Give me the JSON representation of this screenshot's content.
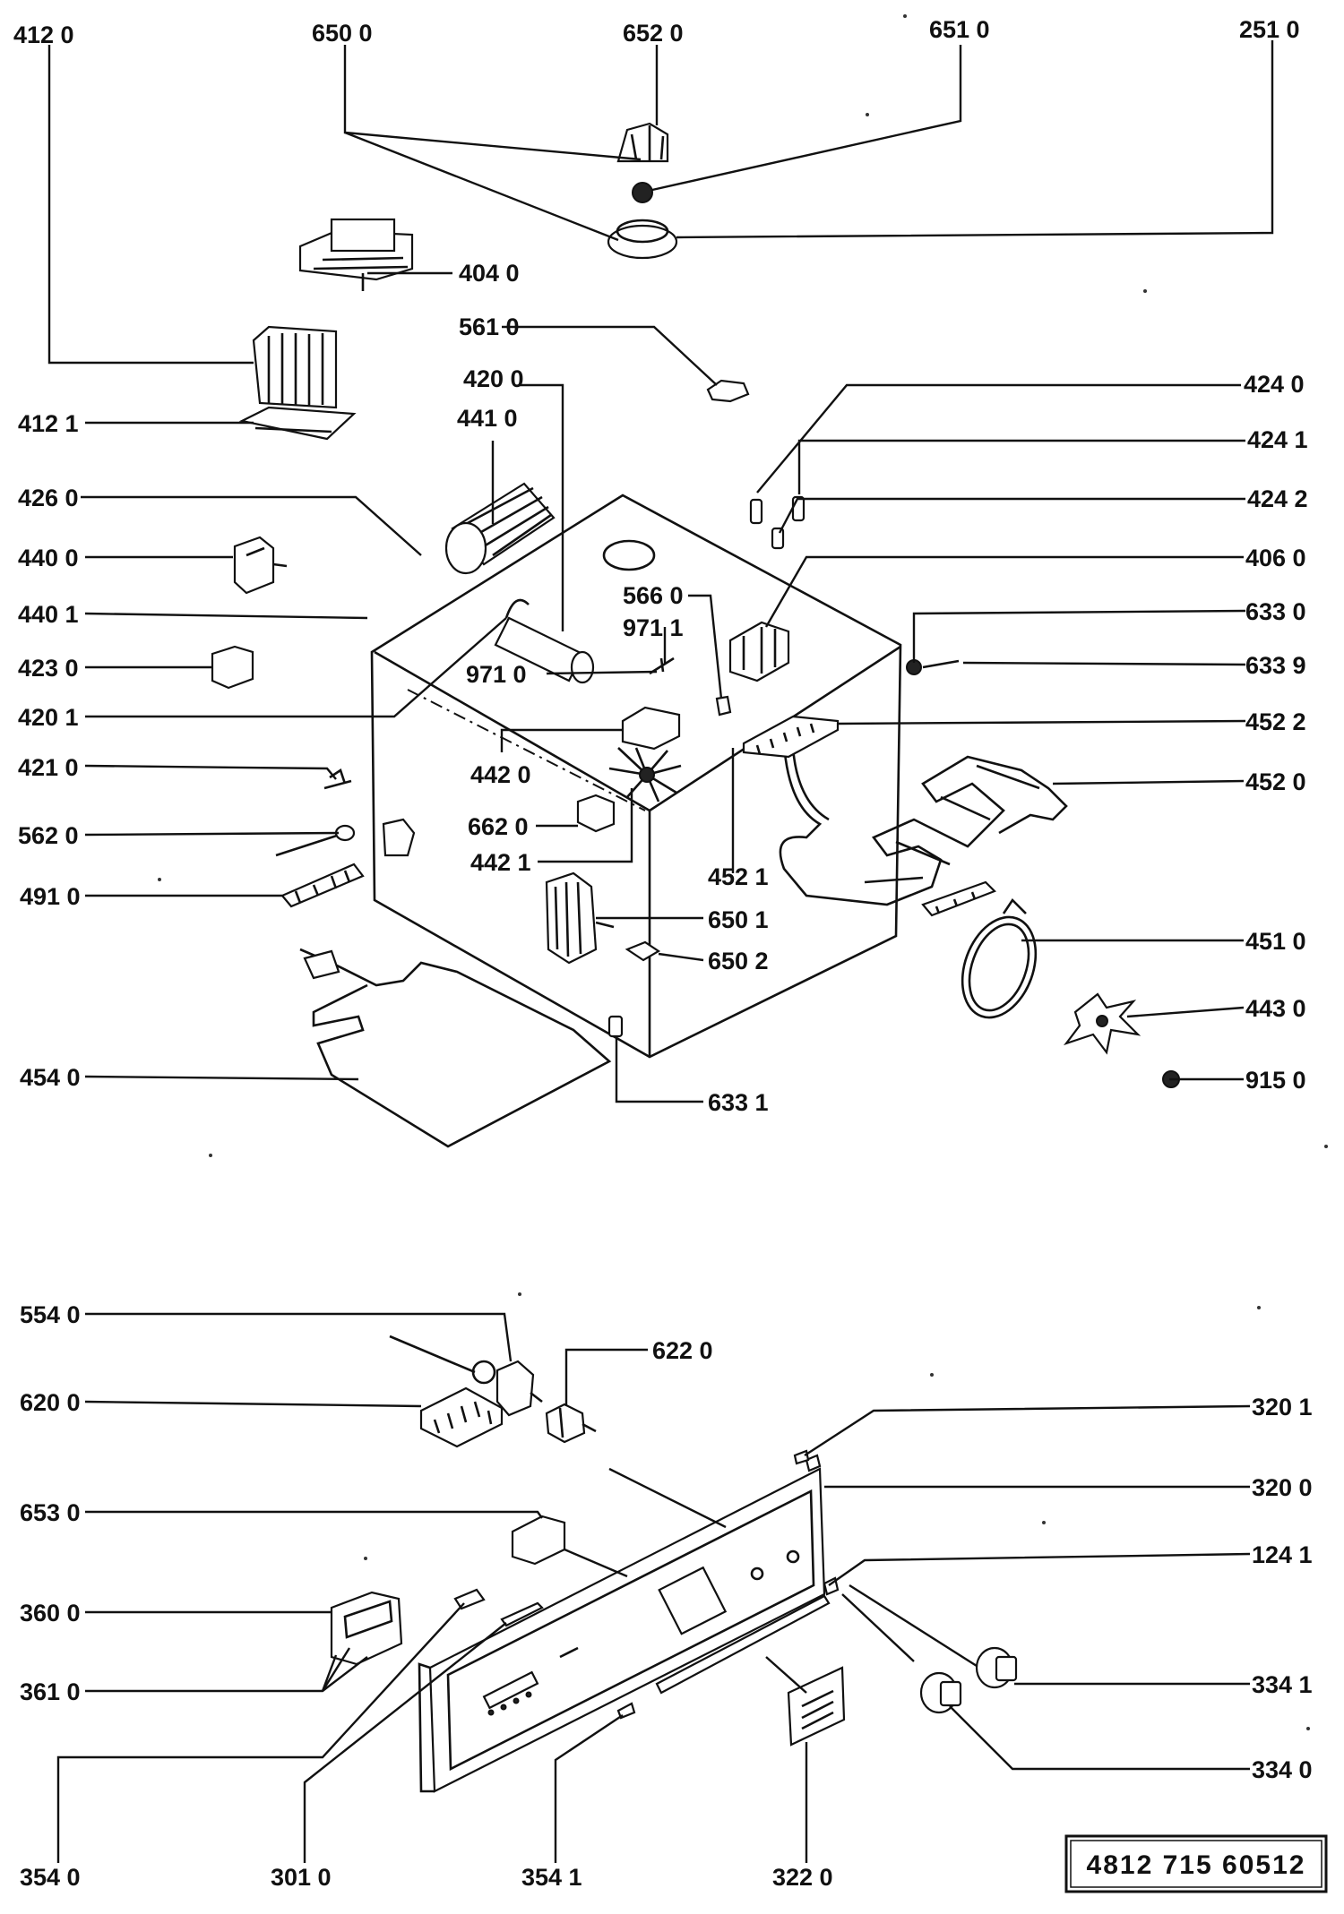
{
  "labels": [
    {
      "key": "412_0",
      "text": "412 0"
    },
    {
      "key": "650_0",
      "text": "650 0"
    },
    {
      "key": "652_0",
      "text": "652 0"
    },
    {
      "key": "651_0",
      "text": "651 0"
    },
    {
      "key": "251_0",
      "text": "251 0"
    },
    {
      "key": "404_0",
      "text": "404 0"
    },
    {
      "key": "561_0",
      "text": "561 0"
    },
    {
      "key": "420_0",
      "text": "420 0"
    },
    {
      "key": "424_0",
      "text": "424 0"
    },
    {
      "key": "412_1",
      "text": "412 1"
    },
    {
      "key": "441_0",
      "text": "441 0"
    },
    {
      "key": "424_1",
      "text": "424 1"
    },
    {
      "key": "426_0",
      "text": "426 0"
    },
    {
      "key": "424_2",
      "text": "424 2"
    },
    {
      "key": "440_0",
      "text": "440 0"
    },
    {
      "key": "406_0",
      "text": "406 0"
    },
    {
      "key": "566_0",
      "text": "566 0"
    },
    {
      "key": "440_1",
      "text": "440 1"
    },
    {
      "key": "971_1",
      "text": "971 1"
    },
    {
      "key": "633_0",
      "text": "633 0"
    },
    {
      "key": "423_0",
      "text": "423 0"
    },
    {
      "key": "971_0",
      "text": "971 0"
    },
    {
      "key": "633_9",
      "text": "633 9"
    },
    {
      "key": "420_1",
      "text": "420 1"
    },
    {
      "key": "452_2",
      "text": "452 2"
    },
    {
      "key": "421_0",
      "text": "421 0"
    },
    {
      "key": "442_0",
      "text": "442 0"
    },
    {
      "key": "452_0",
      "text": "452 0"
    },
    {
      "key": "562_0",
      "text": "562 0"
    },
    {
      "key": "662_0",
      "text": "662 0"
    },
    {
      "key": "491_0",
      "text": "491 0"
    },
    {
      "key": "442_1",
      "text": "442 1"
    },
    {
      "key": "452_1",
      "text": "452 1"
    },
    {
      "key": "650_1",
      "text": "650 1"
    },
    {
      "key": "451_0",
      "text": "451 0"
    },
    {
      "key": "650_2",
      "text": "650 2"
    },
    {
      "key": "443_0",
      "text": "443 0"
    },
    {
      "key": "454_0",
      "text": "454 0"
    },
    {
      "key": "915_0",
      "text": "915 0"
    },
    {
      "key": "633_1",
      "text": "633 1"
    },
    {
      "key": "554_0",
      "text": "554 0"
    },
    {
      "key": "622_0",
      "text": "622 0"
    },
    {
      "key": "620_0",
      "text": "620 0"
    },
    {
      "key": "320_1",
      "text": "320 1"
    },
    {
      "key": "320_0",
      "text": "320 0"
    },
    {
      "key": "653_0",
      "text": "653 0"
    },
    {
      "key": "124_1",
      "text": "124 1"
    },
    {
      "key": "360_0",
      "text": "360 0"
    },
    {
      "key": "334_1",
      "text": "334 1"
    },
    {
      "key": "361_0",
      "text": "361 0"
    },
    {
      "key": "334_0",
      "text": "334 0"
    },
    {
      "key": "354_0",
      "text": "354 0"
    },
    {
      "key": "301_0",
      "text": "301 0"
    },
    {
      "key": "354_1",
      "text": "354 1"
    },
    {
      "key": "322_0",
      "text": "322 0"
    }
  ],
  "document_code": "4812   715   60512"
}
